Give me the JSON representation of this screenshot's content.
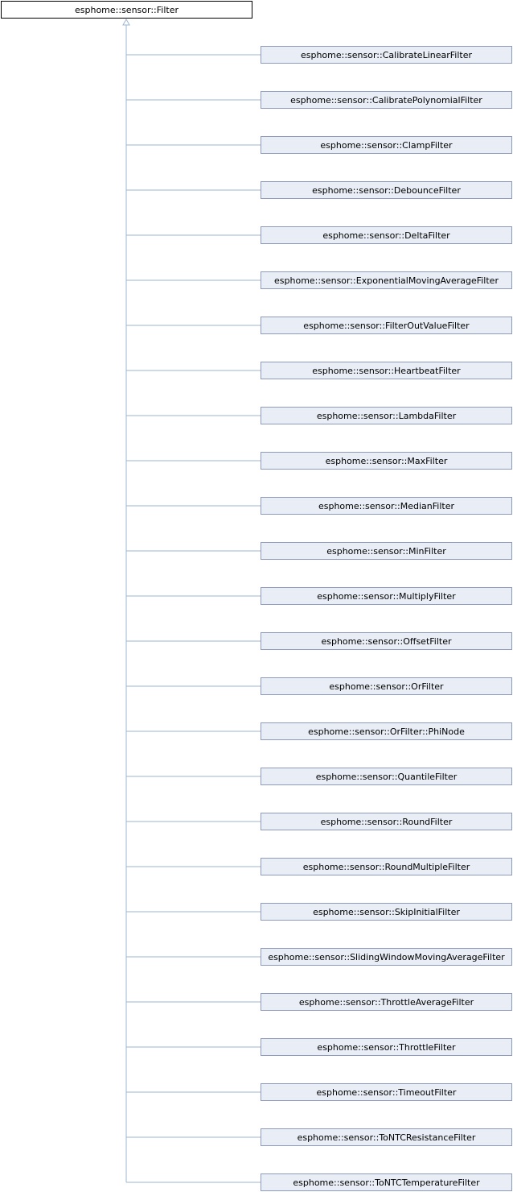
{
  "colors": {
    "base_fill": "#ffffff",
    "base_stroke": "#000000",
    "child_fill": "#e8edf6",
    "child_stroke": "#8e9bbf",
    "edge": "#9fb5d1"
  },
  "base": {
    "label": "esphome::sensor::Filter"
  },
  "children": [
    {
      "label": "esphome::sensor::CalibrateLinearFilter"
    },
    {
      "label": "esphome::sensor::CalibratePolynomialFilter"
    },
    {
      "label": "esphome::sensor::ClampFilter"
    },
    {
      "label": "esphome::sensor::DebounceFilter"
    },
    {
      "label": "esphome::sensor::DeltaFilter"
    },
    {
      "label": "esphome::sensor::ExponentialMovingAverageFilter"
    },
    {
      "label": "esphome::sensor::FilterOutValueFilter"
    },
    {
      "label": "esphome::sensor::HeartbeatFilter"
    },
    {
      "label": "esphome::sensor::LambdaFilter"
    },
    {
      "label": "esphome::sensor::MaxFilter"
    },
    {
      "label": "esphome::sensor::MedianFilter"
    },
    {
      "label": "esphome::sensor::MinFilter"
    },
    {
      "label": "esphome::sensor::MultiplyFilter"
    },
    {
      "label": "esphome::sensor::OffsetFilter"
    },
    {
      "label": "esphome::sensor::OrFilter"
    },
    {
      "label": "esphome::sensor::OrFilter::PhiNode"
    },
    {
      "label": "esphome::sensor::QuantileFilter"
    },
    {
      "label": "esphome::sensor::RoundFilter"
    },
    {
      "label": "esphome::sensor::RoundMultipleFilter"
    },
    {
      "label": "esphome::sensor::SkipInitialFilter"
    },
    {
      "label": "esphome::sensor::SlidingWindowMovingAverageFilter"
    },
    {
      "label": "esphome::sensor::ThrottleAverageFilter"
    },
    {
      "label": "esphome::sensor::ThrottleFilter"
    },
    {
      "label": "esphome::sensor::TimeoutFilter"
    },
    {
      "label": "esphome::sensor::ToNTCResistanceFilter"
    },
    {
      "label": "esphome::sensor::ToNTCTemperatureFilter"
    }
  ]
}
